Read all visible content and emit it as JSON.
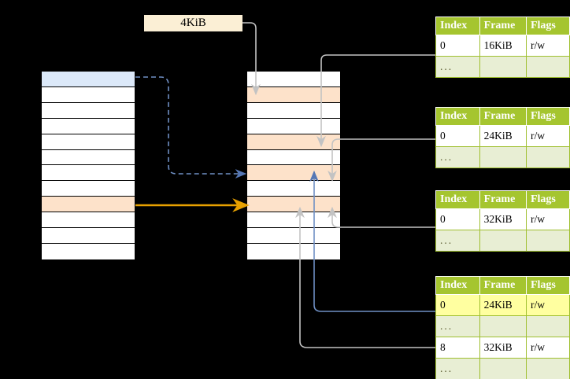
{
  "diagram": {
    "title_chip": {
      "label": "4KiB"
    },
    "colors": {
      "header_green": "#a5c52f",
      "ellipsis_row": "#e8eed4",
      "highlight_yellow": "#ffffa0",
      "row_peach": "#fde2ca",
      "row_blue": "#dce9f9",
      "wire_gray": "#b8b8b8",
      "wire_blue": "#6f8fc4",
      "wire_orange": "#e8a100",
      "background": "#000000"
    },
    "left_table": {
      "name": "virtual-address-space",
      "rows": [
        {
          "label": "",
          "fill": "blue"
        },
        {
          "label": "",
          "fill": "white"
        },
        {
          "label": "",
          "fill": "white"
        },
        {
          "label": "",
          "fill": "white"
        },
        {
          "label": "",
          "fill": "white"
        },
        {
          "label": "",
          "fill": "white"
        },
        {
          "label": "",
          "fill": "white"
        },
        {
          "label": "",
          "fill": "white"
        },
        {
          "label": "",
          "fill": "peach"
        },
        {
          "label": "",
          "fill": "white"
        },
        {
          "label": "",
          "fill": "white"
        },
        {
          "label": "",
          "fill": "white"
        }
      ]
    },
    "middle_table": {
      "name": "physical-memory",
      "rows": [
        {
          "label": "",
          "fill": "white"
        },
        {
          "label": "",
          "fill": "peach"
        },
        {
          "label": "",
          "fill": "white"
        },
        {
          "label": "",
          "fill": "white"
        },
        {
          "label": "",
          "fill": "peach"
        },
        {
          "label": "",
          "fill": "white"
        },
        {
          "label": "",
          "fill": "peach"
        },
        {
          "label": "",
          "fill": "white"
        },
        {
          "label": "",
          "fill": "peach"
        },
        {
          "label": "",
          "fill": "white"
        },
        {
          "label": "",
          "fill": "white"
        },
        {
          "label": "",
          "fill": "white"
        }
      ]
    },
    "page_tables": [
      {
        "name": "page-table-level-4",
        "columns": [
          "Index",
          "Frame",
          "Flags"
        ],
        "rows": [
          {
            "type": "data",
            "cells": [
              "0",
              "16KiB",
              "r/w"
            ],
            "highlight": [
              false,
              false,
              false
            ]
          },
          {
            "type": "ellipsis",
            "cells": [
              "...",
              "",
              ""
            ],
            "highlight": [
              false,
              false,
              false
            ]
          }
        ]
      },
      {
        "name": "page-table-level-3",
        "columns": [
          "Index",
          "Frame",
          "Flags"
        ],
        "rows": [
          {
            "type": "data",
            "cells": [
              "0",
              "24KiB",
              "r/w"
            ],
            "highlight": [
              false,
              false,
              false
            ]
          },
          {
            "type": "ellipsis",
            "cells": [
              "...",
              "",
              ""
            ],
            "highlight": [
              false,
              false,
              false
            ]
          }
        ]
      },
      {
        "name": "page-table-level-2",
        "columns": [
          "Index",
          "Frame",
          "Flags"
        ],
        "rows": [
          {
            "type": "data",
            "cells": [
              "0",
              "32KiB",
              "r/w"
            ],
            "highlight": [
              false,
              false,
              false
            ]
          },
          {
            "type": "ellipsis",
            "cells": [
              "...",
              "",
              ""
            ],
            "highlight": [
              false,
              false,
              false
            ]
          }
        ]
      },
      {
        "name": "page-table-level-1",
        "columns": [
          "Index",
          "Frame",
          "Flags"
        ],
        "rows": [
          {
            "type": "data",
            "cells": [
              "0",
              "24KiB",
              "r/w"
            ],
            "highlight": [
              true,
              true,
              true
            ]
          },
          {
            "type": "ellipsis",
            "cells": [
              "...",
              "",
              ""
            ],
            "highlight": [
              false,
              false,
              false
            ]
          },
          {
            "type": "data",
            "cells": [
              "8",
              "32KiB",
              "r/w"
            ],
            "highlight": [
              false,
              false,
              false
            ]
          },
          {
            "type": "ellipsis",
            "cells": [
              "...",
              "",
              ""
            ],
            "highlight": [
              false,
              false,
              false
            ]
          }
        ]
      }
    ]
  }
}
